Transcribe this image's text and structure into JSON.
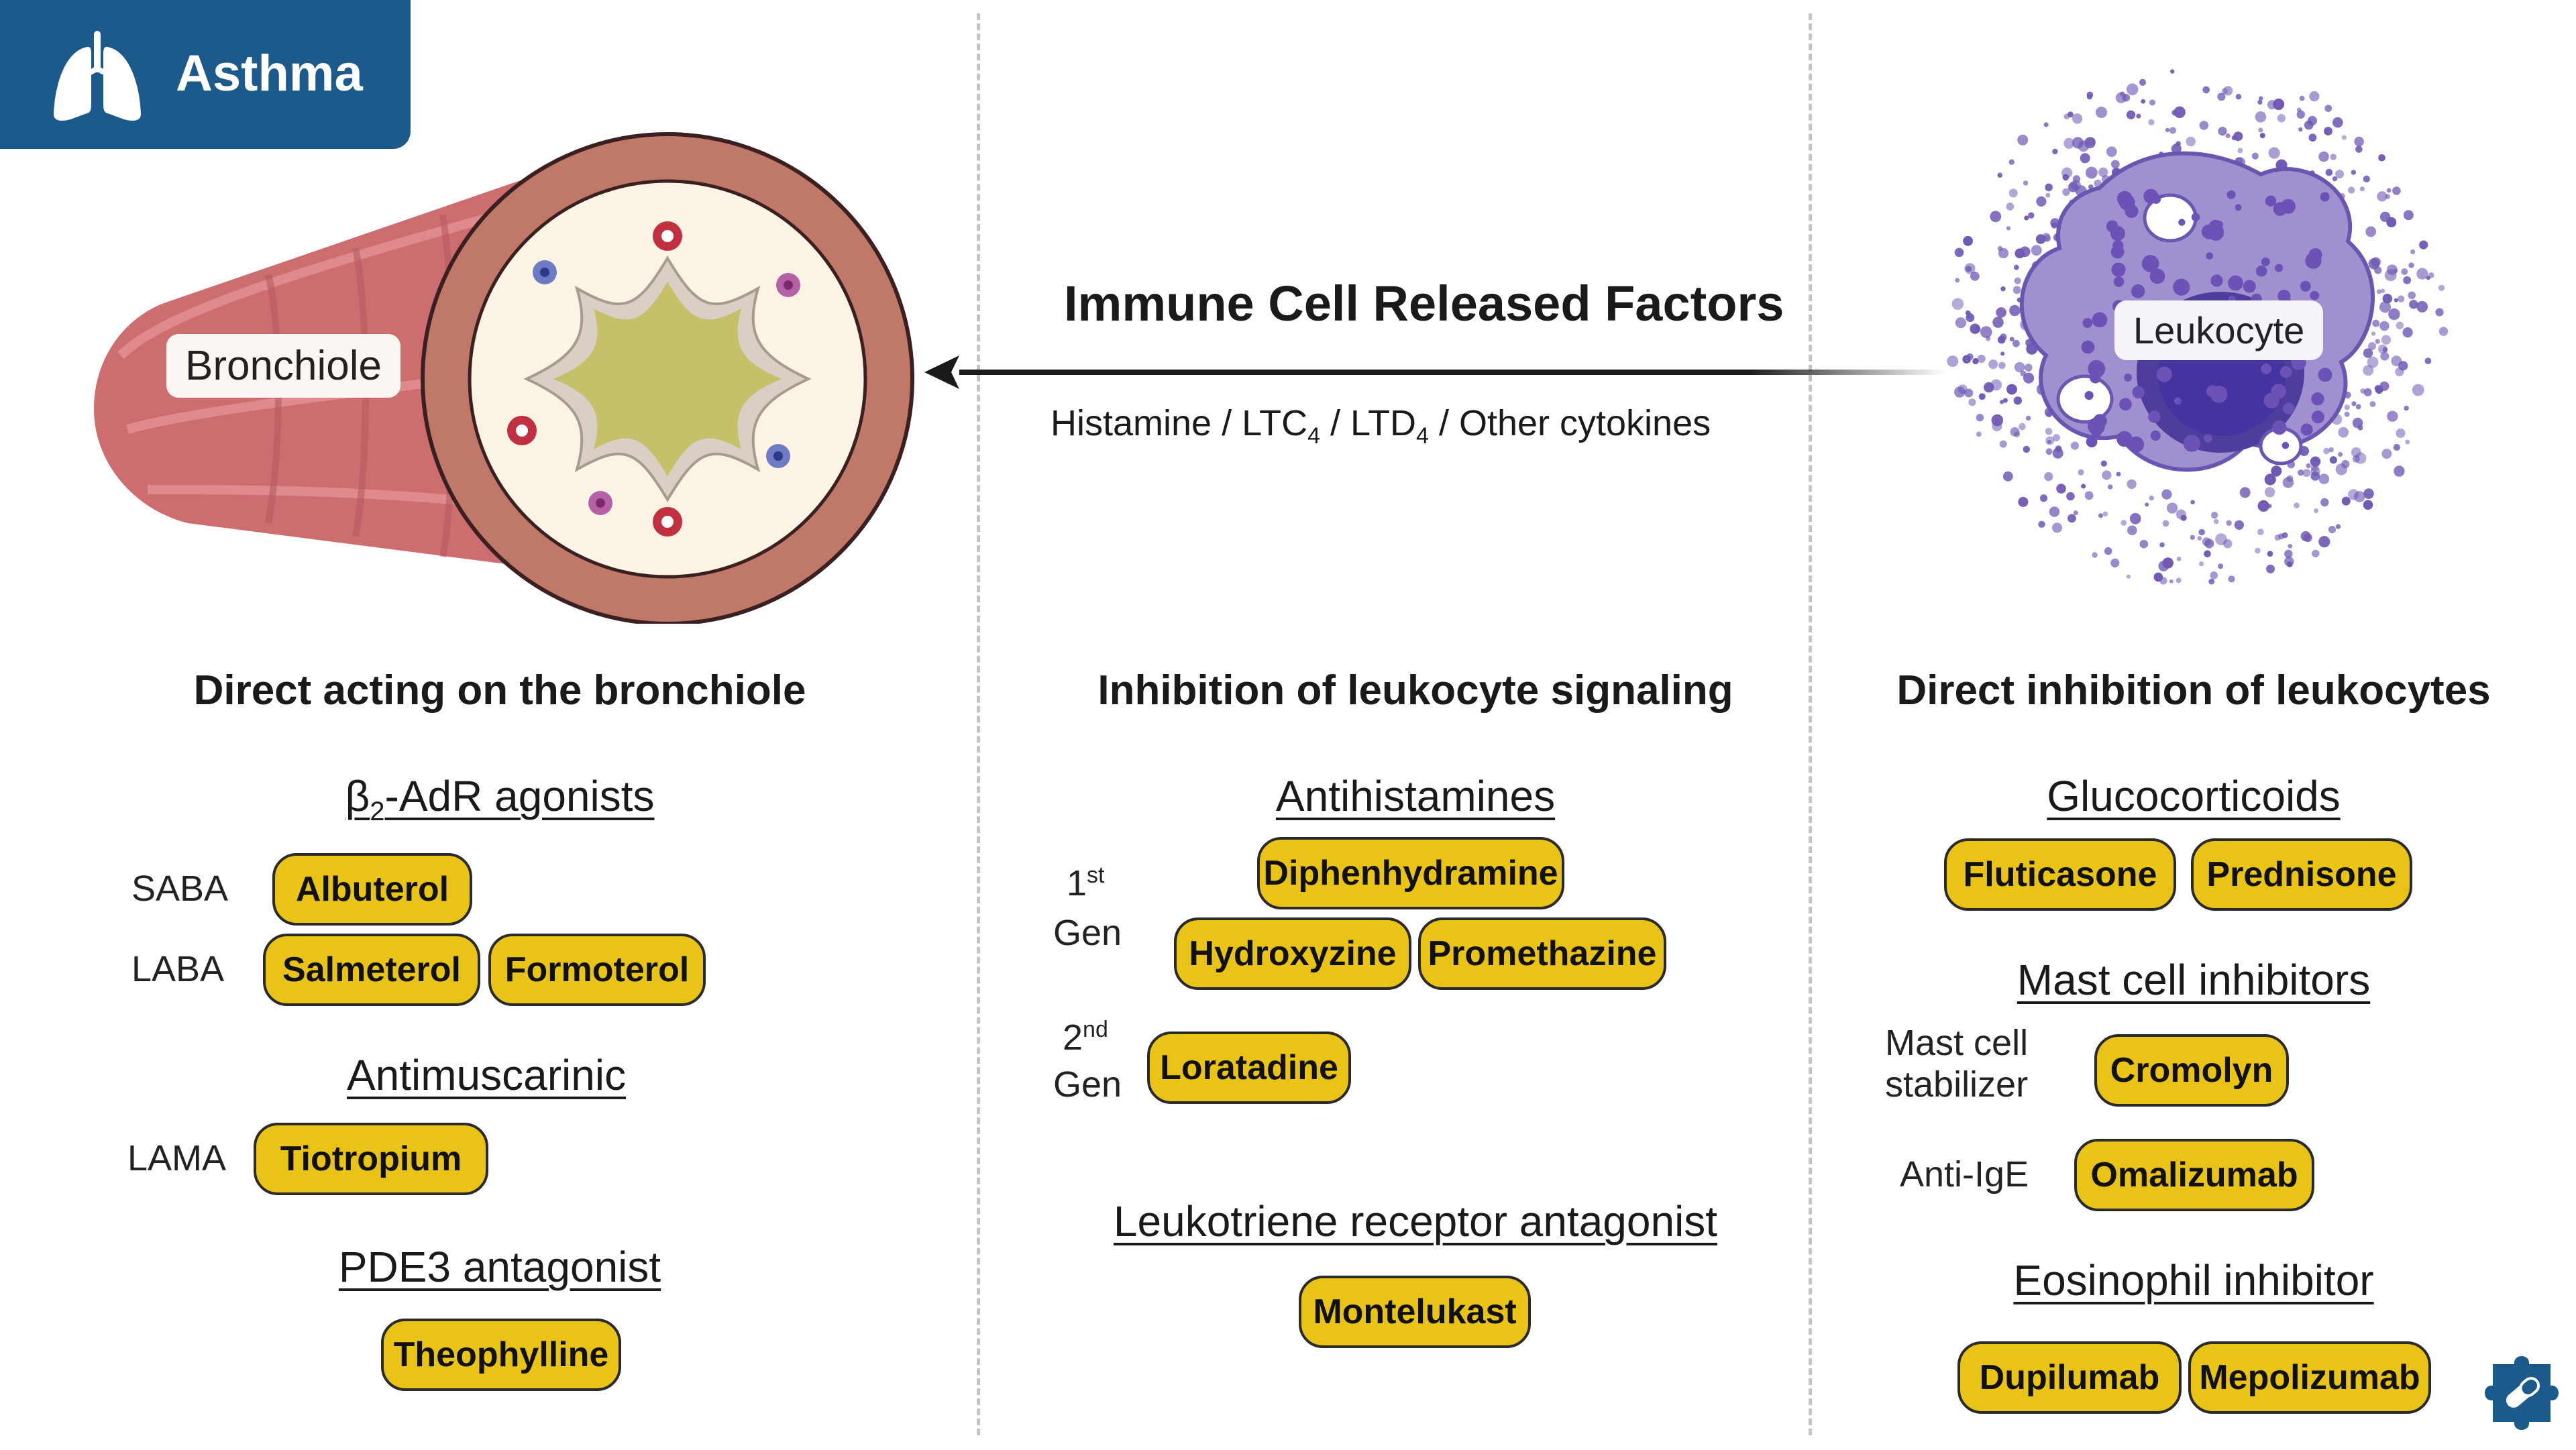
{
  "header": {
    "title": "Asthma",
    "icon": "lungs-icon"
  },
  "illustrations": {
    "bronchiole_label": "Bronchiole",
    "leukocyte_label": "Leukocyte",
    "arrow_title": "Immune Cell Released Factors",
    "arrow_factors": {
      "part1": "Histamine / LTC",
      "sub1": "4",
      "part2": " / LTD",
      "sub2": "4",
      "part3": " / Other cytokines"
    }
  },
  "columns": {
    "left": {
      "title": "Direct acting on the bronchiole",
      "beta": {
        "prefix": "β",
        "sub": "2",
        "suffix": "-AdR agonists"
      },
      "saba_label": "SABA",
      "laba_label": "LABA",
      "drugs_saba": [
        "Albuterol"
      ],
      "drugs_laba": [
        "Salmeterol",
        "Formoterol"
      ],
      "antimuscarinic": "Antimuscarinic",
      "lama_label": "LAMA",
      "drugs_lama": [
        "Tiotropium"
      ],
      "pde3": "PDE3 antagonist",
      "drugs_pde3": [
        "Theophylline"
      ]
    },
    "middle": {
      "title": "Inhibition of leukocyte signaling",
      "antihistamines": "Antihistamines",
      "gen1": {
        "num": "1",
        "sup": "st",
        "word": "Gen"
      },
      "gen2": {
        "num": "2",
        "sup": "nd",
        "word": "Gen"
      },
      "drugs_gen1_row1": [
        "Diphenhydramine"
      ],
      "drugs_gen1_row2": [
        "Hydroxyzine",
        "Promethazine"
      ],
      "drugs_gen2": [
        "Loratadine"
      ],
      "lra": "Leukotriene receptor antagonist",
      "drugs_lra": [
        "Montelukast"
      ]
    },
    "right": {
      "title": "Direct inhibition of leukocytes",
      "glucocorticoids": "Glucocorticoids",
      "drugs_gluco": [
        "Fluticasone",
        "Prednisone"
      ],
      "mast": "Mast cell inhibitors",
      "mast_stabilizer_label": {
        "line1": "Mast cell",
        "line2": "stabilizer"
      },
      "drugs_mast": [
        "Cromolyn"
      ],
      "anti_ige_label": "Anti-IgE",
      "drugs_anti_ige": [
        "Omalizumab"
      ],
      "eos": "Eosinophil inhibitor",
      "drugs_eos": [
        "Dupilumab",
        "Mepolizumab"
      ]
    }
  },
  "footer": {
    "icon": "puzzle-pill-icon"
  },
  "colors": {
    "header_bg": "#1d5a8c",
    "pill_fill": "#e9c316",
    "bronchiole_outer": "#c07868",
    "lumen": "#c7c06a",
    "leukocyte": "#9985c9",
    "leukocyte_nucleus": "#4f3d9c",
    "badge": "#1d5a8c"
  }
}
